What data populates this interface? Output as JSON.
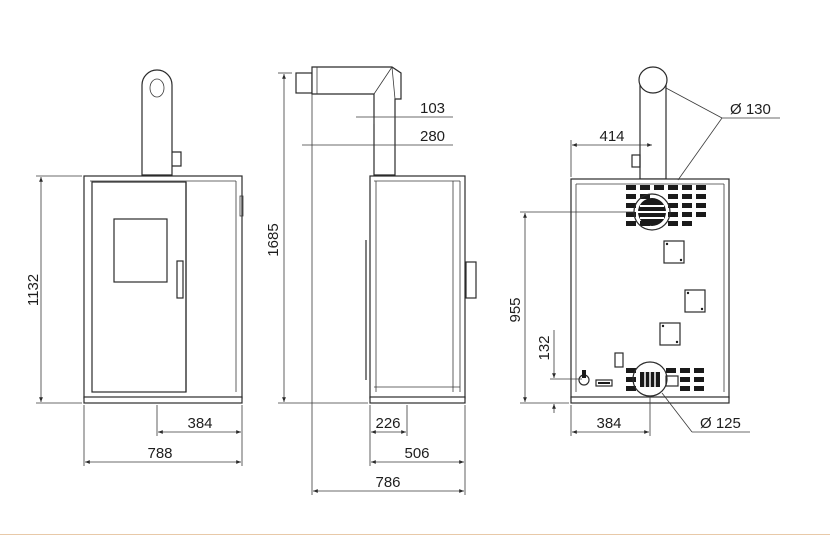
{
  "colors": {
    "line": "#2b2b2b",
    "footer_rule": "#e8c9a8"
  },
  "views": {
    "front": {
      "height": "1132",
      "width": "788",
      "flue_offset": "384"
    },
    "side": {
      "total_height": "1685",
      "flue_depth_a": "103",
      "flue_depth_b": "280",
      "foot_offset": "226",
      "body_depth": "506",
      "total_depth": "786"
    },
    "rear": {
      "diameter_top": "Ø 130",
      "top_offset": "414",
      "upper_height": "955",
      "lower_height": "132",
      "bottom_offset": "384",
      "diameter_bottom": "Ø 125"
    }
  }
}
